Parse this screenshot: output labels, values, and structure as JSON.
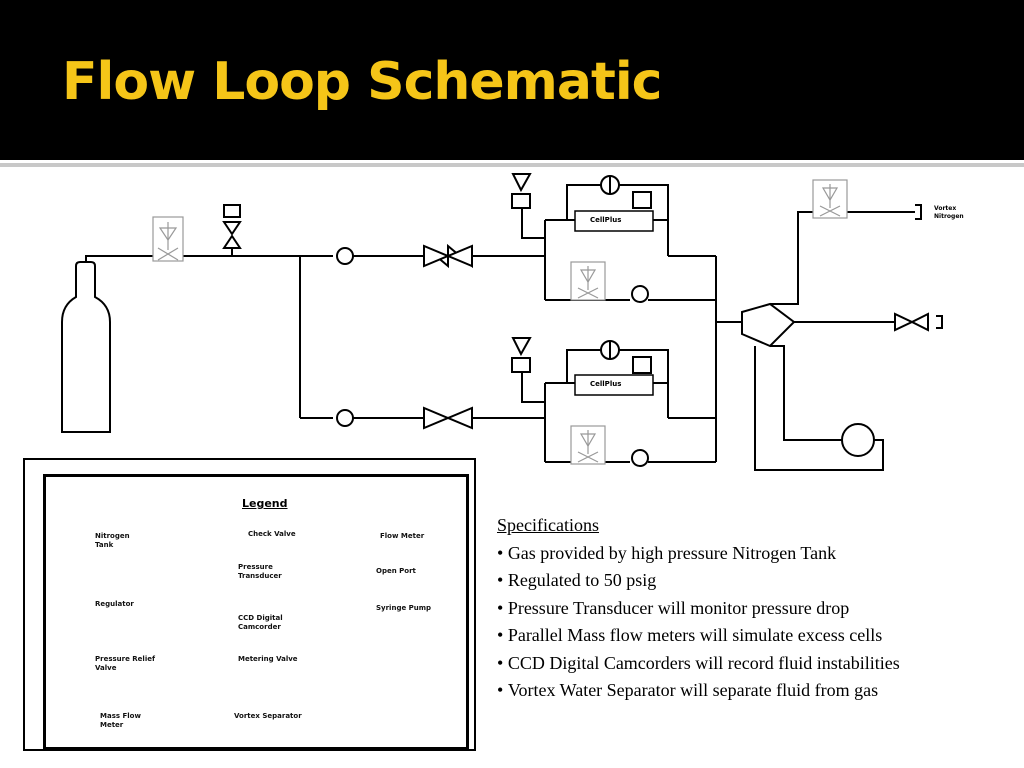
{
  "title": "Flow Loop Schematic",
  "schematic": {
    "cell_labels": [
      "CellPlus",
      "CellPlus"
    ],
    "outlet_label": "Vortex Nitrogen"
  },
  "legend": {
    "title": "Legend",
    "items": [
      {
        "label": "Nitrogen Tank"
      },
      {
        "label": "Regulator"
      },
      {
        "label": "Pressure Relief Valve"
      },
      {
        "label": "Mass Flow Meter"
      },
      {
        "label": "Check Valve"
      },
      {
        "label": "Pressure Transducer"
      },
      {
        "label": "CCD Digital Camcorder"
      },
      {
        "label": "Metering Valve"
      },
      {
        "label": "Vortex Separator"
      },
      {
        "label": "Flow Meter"
      },
      {
        "label": "Open Port"
      },
      {
        "label": "Syringe Pump"
      }
    ]
  },
  "specifications": {
    "heading": "Specifications",
    "items": [
      "Gas provided by high pressure Nitrogen Tank",
      "Regulated to 50 psig",
      "Pressure Transducer will monitor pressure drop",
      "Parallel Mass flow meters will simulate excess cells",
      "CCD Digital Camcorders will record fluid instabilities",
      "Vortex Water Separator will separate fluid from gas"
    ]
  }
}
